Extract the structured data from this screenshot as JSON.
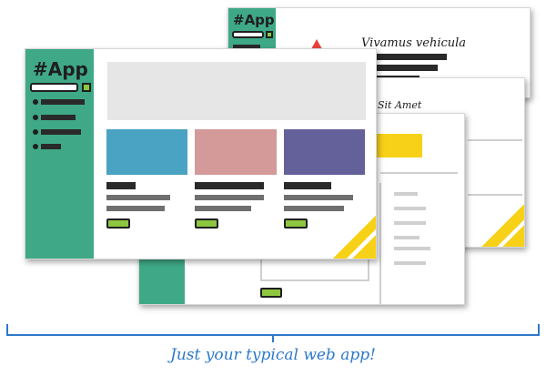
{
  "app": {
    "brand": "#App"
  },
  "back_window": {
    "brand": "#App",
    "heading": "Vivamus vehicula"
  },
  "middle_window": {
    "heading": "Sit Amet"
  },
  "caption": "Just your typical web app!",
  "colors": {
    "sidebar_green": "#3fa987",
    "button_green": "#8dc63f",
    "card_blue": "#4ba3c3",
    "card_pink": "#d39a99",
    "card_purple": "#64619a",
    "accent_yellow": "#f7d117",
    "accent_red": "#e8413c",
    "caption_blue": "#2d79c9"
  }
}
